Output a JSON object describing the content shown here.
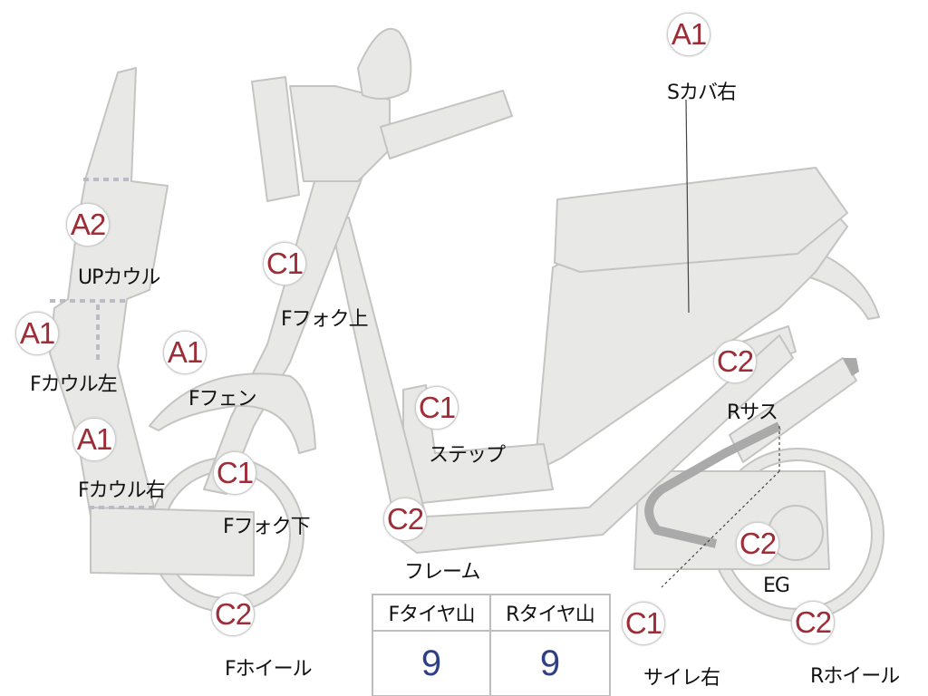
{
  "diagram": {
    "colors": {
      "part_fill": "#e8e8e6",
      "part_stroke": "#c4c4c2",
      "marker_text": "#9d2d37",
      "tire_value": "#2f3f86"
    },
    "markers": [
      {
        "id": "s-cover-right",
        "grade": "A1",
        "label": "Sカバ右"
      },
      {
        "id": "up-cowl",
        "grade": "A2",
        "label": "UPカウル"
      },
      {
        "id": "f-fork-upper",
        "grade": "C1",
        "label": "Fフォク上"
      },
      {
        "id": "f-cowl-left",
        "grade": "A1",
        "label": "Fカウル左"
      },
      {
        "id": "f-fender",
        "grade": "A1",
        "label": "Fフェン"
      },
      {
        "id": "r-suspension",
        "grade": "C2",
        "label": "Rサス"
      },
      {
        "id": "step",
        "grade": "C1",
        "label": "ステップ"
      },
      {
        "id": "f-cowl-right",
        "grade": "A1",
        "label": "Fカウル右"
      },
      {
        "id": "f-fork-lower",
        "grade": "C1",
        "label": "Fフォク下"
      },
      {
        "id": "frame",
        "grade": "C2",
        "label": "フレーム"
      },
      {
        "id": "engine",
        "grade": "C2",
        "label": "EG"
      },
      {
        "id": "f-wheel",
        "grade": "C2",
        "label": "Fホイール"
      },
      {
        "id": "muffler-right",
        "grade": "C1",
        "label": "サイレ右"
      },
      {
        "id": "r-wheel",
        "grade": "C2",
        "label": "Rホイール"
      }
    ],
    "tire_table": {
      "headers": [
        "Fタイヤ山",
        "Rタイヤ山"
      ],
      "values": [
        "9",
        "9"
      ]
    }
  }
}
